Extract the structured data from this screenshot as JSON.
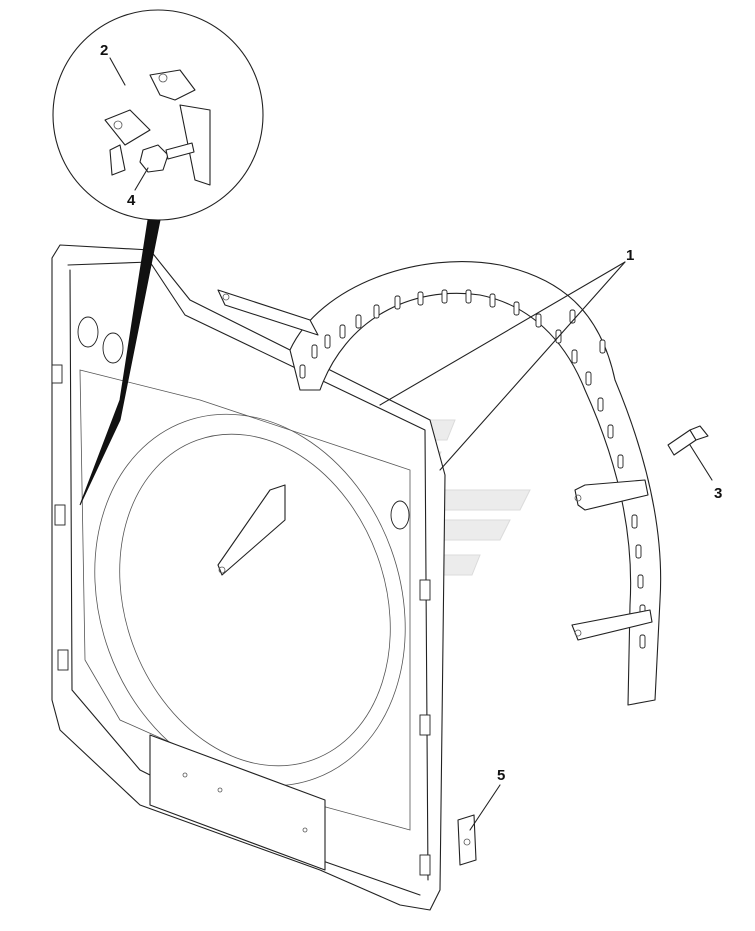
{
  "diagram": {
    "callouts": [
      {
        "id": "callout-1",
        "label": "1"
      },
      {
        "id": "callout-2",
        "label": "2"
      },
      {
        "id": "callout-3",
        "label": "3"
      },
      {
        "id": "callout-4",
        "label": "4"
      },
      {
        "id": "callout-5",
        "label": "5"
      }
    ],
    "parts": {
      "item1": "shroud-band",
      "item2": "bracket-clamp",
      "item3": "bolt",
      "item4": "bolt-with-clamp",
      "item5": "clip-nut"
    }
  }
}
